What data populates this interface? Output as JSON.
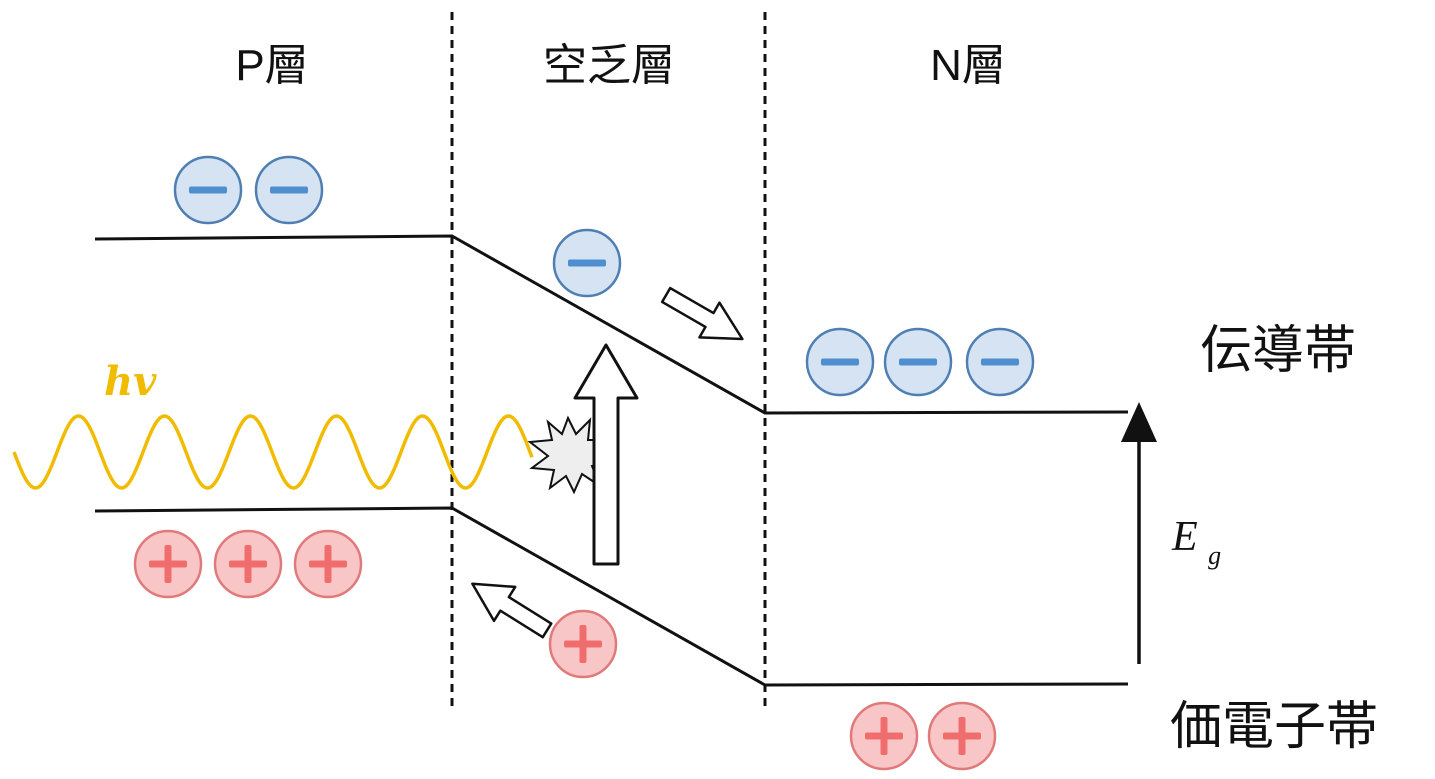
{
  "regions": {
    "p_layer": "P層",
    "depletion_layer": "空乏層",
    "n_layer": "N層"
  },
  "bands": {
    "conduction": "伝導帯",
    "valence": "価電子帯"
  },
  "photon": {
    "label": "hv"
  },
  "energy_gap": {
    "symbol": "E",
    "subscript": "g"
  },
  "colors": {
    "electron_fill": "#d5e3f3",
    "electron_stroke": "#4f7fb2",
    "electron_sign": "#4f8fd0",
    "hole_fill": "#f8c6c6",
    "hole_stroke": "#e07a7a",
    "hole_sign": "#ef6d6d",
    "photon_wave": "#f1bb00"
  },
  "icons": {
    "electron": "minus-circle-icon",
    "hole": "plus-circle-icon",
    "absorption": "burst-star-icon"
  }
}
